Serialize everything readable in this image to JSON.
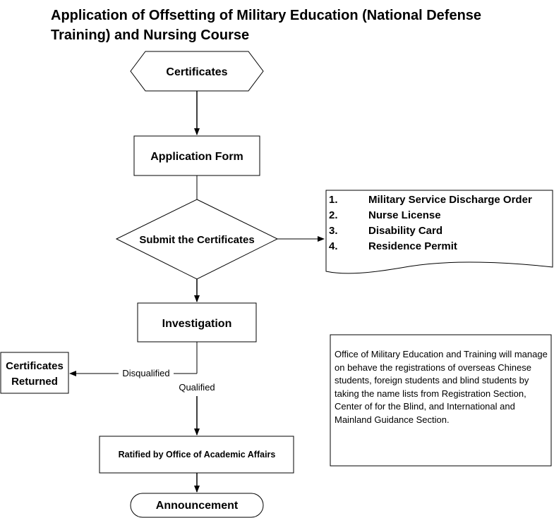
{
  "title": "Application of Offsetting of Military Education (National Defense Training) and Nursing Course",
  "nodes": {
    "certificates": "Certificates",
    "application_form": "Application Form",
    "submit": "Submit the Certificates",
    "investigation": "Investigation",
    "returned_line1": "Certificates",
    "returned_line2": "Returned",
    "ratified": "Ratified by Office of Academic Affairs",
    "announcement": "Announcement"
  },
  "labels": {
    "disqualified": "Disqualified",
    "qualified": "Qualified"
  },
  "documents": [
    {
      "num": "1.",
      "text": "Military Service Discharge Order"
    },
    {
      "num": "2.",
      "text": "Nurse License"
    },
    {
      "num": "3.",
      "text": "Disability Card"
    },
    {
      "num": "4.",
      "text": "Residence Permit"
    }
  ],
  "note": "Office of Military Education and Training will manage on behave the registrations of overseas Chinese students, foreign students and blind students by taking the name lists from Registration Section, Center of for the Blind, and International and Mainland Guidance Section."
}
